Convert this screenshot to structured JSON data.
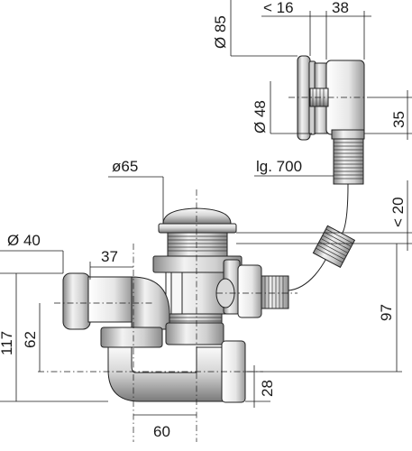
{
  "dimensions": {
    "overflow_diameter": "Ø 85",
    "overflow_depth": "< 16",
    "overflow_body": "38",
    "overflow_inner_diameter": "Ø 48",
    "overflow_outlet_height": "35",
    "hose_length": "lg. 700",
    "plug_diameter": "ø65",
    "plug_height": "< 20",
    "outlet_diameter": "Ø 40",
    "trap_offset": "37",
    "total_height": "117",
    "outlet_height": "62",
    "hose_height": "97",
    "seal_height": "28",
    "trap_width": "60"
  },
  "colors": {
    "metal_light": "#f4f4f4",
    "metal_mid": "#bdbdbd",
    "metal_dark": "#6e6e6e",
    "line": "#1a1a1a"
  }
}
